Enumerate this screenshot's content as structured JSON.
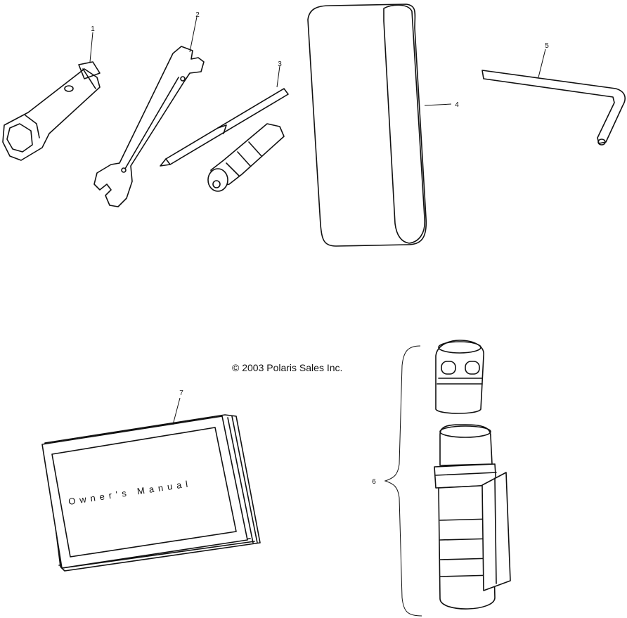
{
  "callouts": {
    "c1": "1",
    "c2": "2",
    "c3": "3",
    "c4": "4",
    "c5": "5",
    "c6": "6",
    "c7": "7"
  },
  "copyright": "© 2003 Polaris Sales Inc.",
  "manual_cover_text": "Owner's Manual"
}
